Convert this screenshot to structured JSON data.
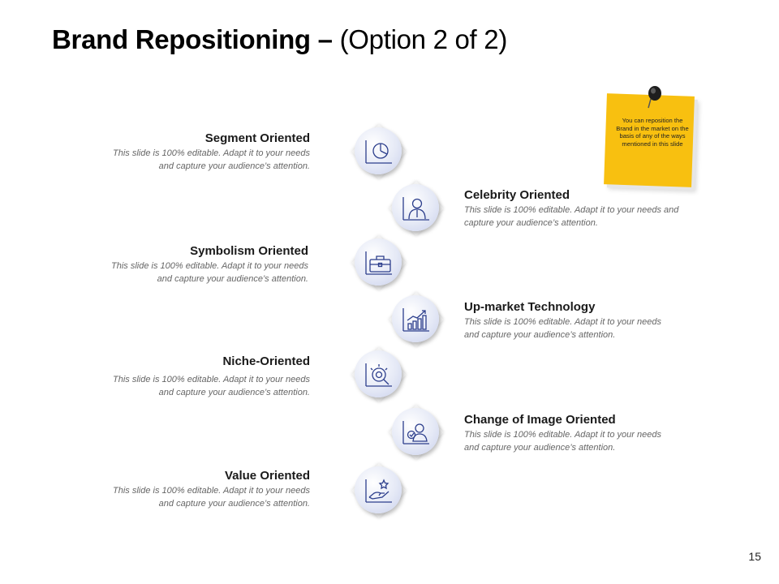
{
  "slide": {
    "title_bold": "Brand Repositioning –",
    "title_light": "(Option 2 of 2)",
    "page_number": "15",
    "note": "You can reposition the Brand in the market on the basis of any of the ways mentioned in this slide"
  },
  "items": [
    {
      "heading": "Segment Oriented",
      "desc_line1": "This slide is 100% editable. Adapt it to your needs",
      "desc_line2": "and capture your audience’s attention."
    },
    {
      "heading": "Celebrity Oriented",
      "desc_line1": "This slide is 100% editable. Adapt it to your needs and",
      "desc_line2": "capture your audience’s attention."
    },
    {
      "heading": "Symbolism Oriented",
      "desc_line1": "This slide is 100% editable. Adapt it to your needs",
      "desc_line2": "and capture your audience’s attention."
    },
    {
      "heading": "Up-market Technology",
      "desc_line1": "This slide is 100% editable. Adapt it to your needs",
      "desc_line2": "and capture your audience’s attention."
    },
    {
      "heading": "Niche-Oriented",
      "desc_line1": "This slide is 100% editable. Adapt it to your needs",
      "desc_line2": "and capture your audience’s attention."
    },
    {
      "heading": "Change of Image Oriented",
      "desc_line1": "This slide is 100% editable. Adapt it to your needs",
      "desc_line2": "and capture your audience’s attention."
    },
    {
      "heading": "Value Oriented",
      "desc_line1": "This slide is 100% editable. Adapt it to your needs",
      "desc_line2": "and capture your audience’s attention."
    }
  ],
  "icons": [
    "pie-chart-icon",
    "businessman-icon",
    "briefcase-icon",
    "growth-chart-icon",
    "magnifier-target-icon",
    "profile-refresh-icon",
    "hand-star-icon"
  ],
  "colors": {
    "note": "#f8c010",
    "icon_stroke": "#2c3e8c",
    "heading": "#1a1a1a",
    "description": "#666666"
  }
}
